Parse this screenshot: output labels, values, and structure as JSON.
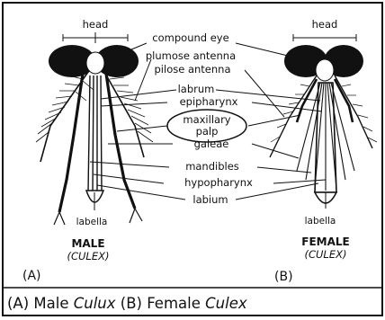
{
  "labels": {
    "head_left": "head",
    "head_right": "head",
    "compound_eye": "compound eye",
    "plumose_antenna": "plumose antenna",
    "pilose_antenna": "pilose antenna",
    "labrum": "labrum",
    "epipharynx": "epipharynx",
    "maxillary_palp_line1": "maxillary",
    "maxillary_palp_line2": "palp",
    "galeae": "galeae",
    "mandibles": "mandibles",
    "hypopharynx": "hypopharynx",
    "labium": "labium",
    "labella_left": "labella",
    "labella_right": "labella"
  },
  "specimens": {
    "male_title": "MALE",
    "male_genus": "(CULEX)",
    "male_tag": "(A)",
    "female_title": "FEMALE",
    "female_genus": "(CULEX)",
    "female_tag": "(B)"
  },
  "caption": {
    "part1": "(A) Male ",
    "part2": "Culux",
    "part3": " (B) Female ",
    "part4": "Culex"
  }
}
